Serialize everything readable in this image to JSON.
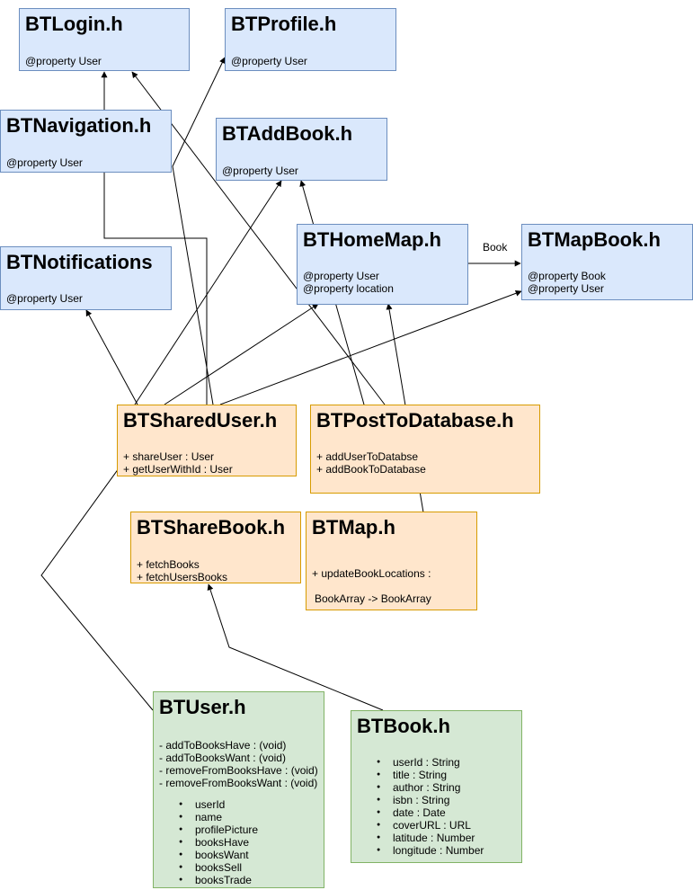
{
  "nodes": {
    "btlogin": {
      "title": "BTLogin.h",
      "lines": [
        "@property User"
      ]
    },
    "btprofile": {
      "title": "BTProfile.h",
      "lines": [
        "@property User"
      ]
    },
    "btnavigation": {
      "title": "BTNavigation.h",
      "lines": [
        "@property User"
      ]
    },
    "btaddbook": {
      "title": "BTAddBook.h",
      "lines": [
        "@property User"
      ]
    },
    "bthomemap": {
      "title": "BTHomeMap.h",
      "lines": [
        "@property User",
        "@property location"
      ]
    },
    "btmapbook": {
      "title": "BTMapBook.h",
      "lines": [
        "@property Book",
        "@property User"
      ]
    },
    "btnotifications": {
      "title": "BTNotifications",
      "lines": [
        "@property User"
      ]
    },
    "btshareduser": {
      "title": "BTSharedUser.h",
      "lines": [
        "+ shareUser : User",
        "+ getUserWithId : User"
      ]
    },
    "btposttodatabase": {
      "title": "BTPostToDatabase.h",
      "lines": [
        "+ addUserToDatabse",
        "+ addBookToDatabase"
      ]
    },
    "btsharebook": {
      "title": "BTShareBook.h",
      "lines": [
        "+ fetchBooks",
        "+ fetchUsersBooks"
      ]
    },
    "btmap": {
      "title": "BTMap.h",
      "lines": [
        "+ updateBookLocations :",
        "BookArray -> BookArray"
      ]
    },
    "btuser": {
      "title": "BTUser.h",
      "lines": [
        "- addToBooksHave : (void)",
        "- addToBooksWant : (void)",
        "- removeFromBooksHave : (void)",
        "- removeFromBooksWant : (void)"
      ],
      "bullets": [
        "userId",
        "name",
        "profilePicture",
        "booksHave",
        "booksWant",
        "booksSell",
        "booksTrade"
      ]
    },
    "btbook": {
      "title": "BTBook.h",
      "bullets": [
        "userId : String",
        "title : String",
        "author : String",
        "isbn : String",
        "date : Date",
        "coverURL : URL",
        "latitude : Number",
        "longitude : Number"
      ]
    }
  },
  "edge_labels": {
    "homemap_to_mapbook": "Book"
  },
  "colors": {
    "blue_fill": "#dae8fc",
    "orange_fill": "#ffe6cc",
    "green_fill": "#d5e8d4",
    "edge": "#000000"
  }
}
